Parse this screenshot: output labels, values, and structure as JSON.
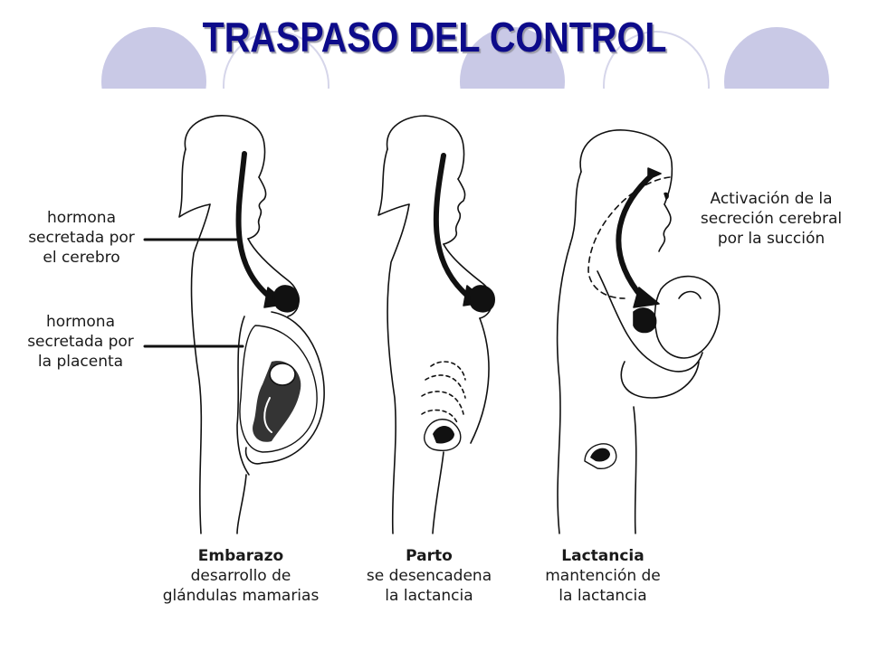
{
  "title": "TRASPASO DEL CONTROL",
  "colors": {
    "title": "#0d0b8a",
    "decor_circle": "#c9c9e6",
    "ink": "#111111"
  },
  "left_labels": [
    {
      "lines": [
        "hormona",
        "secretada por",
        "el cerebro"
      ]
    },
    {
      "lines": [
        "hormona",
        "secretada por",
        "la placenta"
      ]
    }
  ],
  "right_label": {
    "lines": [
      "Activación de la",
      "secreción cerebral",
      "por la succión"
    ]
  },
  "panels": [
    {
      "heading": "Embarazo",
      "lines": [
        "desarrollo de",
        "glándulas mamarias"
      ]
    },
    {
      "heading": "Parto",
      "lines": [
        "se desencadena",
        "la lactancia"
      ]
    },
    {
      "heading": "Lactancia",
      "lines": [
        "mantención de",
        "la lactancia"
      ]
    }
  ]
}
